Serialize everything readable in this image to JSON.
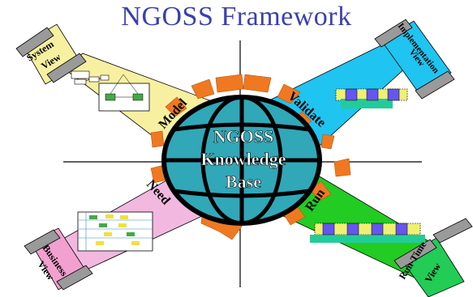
{
  "title": "NGOSS Framework",
  "center": {
    "line1": "NGOSS",
    "line2": "Knowledge",
    "line3": "Base"
  },
  "beams": {
    "model": "Model",
    "validate": "Validate",
    "run": "Run",
    "need": "Need"
  },
  "views": {
    "system_line1": "System",
    "system_line2": "View",
    "implementation_line1": "Implementation",
    "implementation_line2": "View",
    "business_line1": "Business",
    "business_line2": "View",
    "runtime_line1": "Run-Time",
    "runtime_line2": "View"
  },
  "colors": {
    "title": "#3a3fb0",
    "model_beam": "#f6f0a0",
    "validate_beam": "#1fc4f0",
    "run_beam": "#22cc22",
    "need_beam": "#f2b8e0",
    "globe": "#30a8b8",
    "segments": "#f07820",
    "projector_gray": "#9a9a9a",
    "system_screen": "#f6f0a0",
    "implementation_screen": "#1fc4f0",
    "business_screen": "#f2a0d0",
    "runtime_screen": "#22cc55"
  }
}
